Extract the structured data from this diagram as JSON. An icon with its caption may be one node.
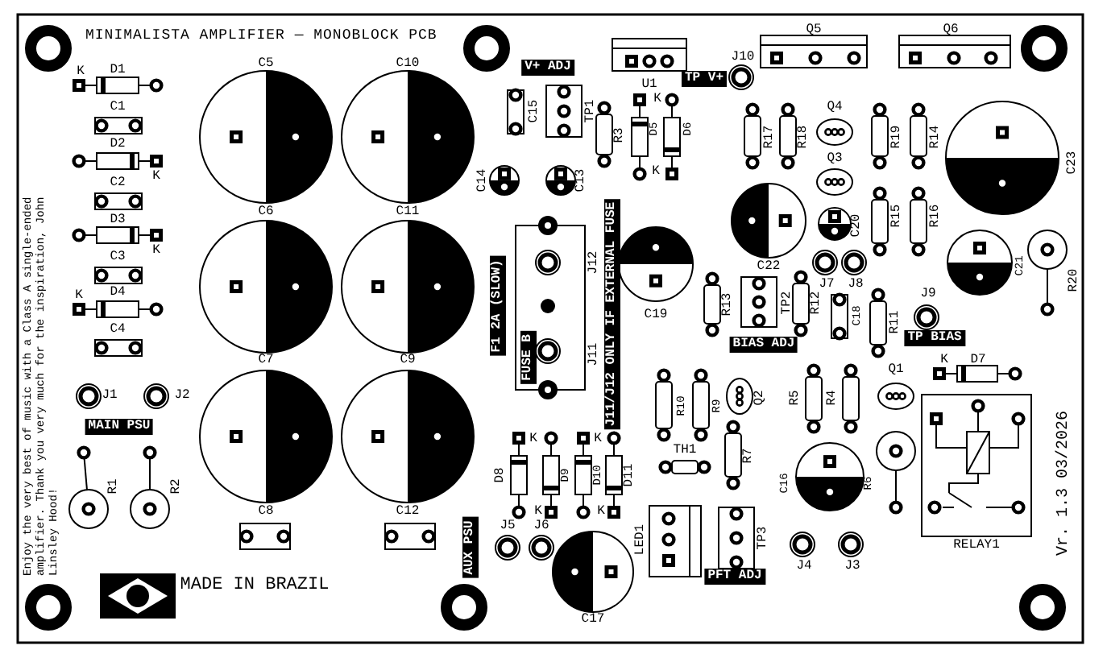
{
  "diagram": {
    "title": "MINIMALISTA AMPLIFIER — MONOBLOCK PCB",
    "labels": [
      "K",
      "D1",
      "C1",
      "D2",
      "K",
      "C2",
      "D3",
      "K",
      "C3",
      "K",
      "D4",
      "C4",
      "Enjoy the very best of music with a Class A single-ended amplifier. Thank you very much for the inspiration, John Linsley Hood!",
      "J1",
      "J2",
      "MAIN PSU",
      "R1",
      "R2",
      "C5",
      "C10",
      "C6",
      "C11",
      "C7",
      "C9",
      "C8",
      "C12",
      "MADE IN BRAZIL",
      "V+ ADJ",
      "U1",
      "J10",
      "TP V+",
      "Q5",
      "Q6",
      "C15",
      "TP1",
      "R3",
      "K",
      "D5",
      "D6",
      "K",
      "C14",
      "C13",
      "R17",
      "R18",
      "Q4",
      "Q3",
      "R19",
      "R14",
      "C23",
      "C22",
      "C20",
      "R15",
      "R16",
      "C21",
      "R20",
      "J7",
      "J8",
      "J9",
      "TP BIAS",
      "F1 2A (SLOW)",
      "J12",
      "FUSE B",
      "J11",
      "J11/J12 ONLY IF EXTERNAL FUSE",
      "C19",
      "R13",
      "TP2",
      "R12",
      "C18",
      "R11",
      "BIAS ADJ",
      "R10",
      "R9",
      "Q2",
      "R5",
      "R4",
      "Q1",
      "K",
      "D7",
      "D8",
      "K",
      "D9",
      "D10",
      "K",
      "D11",
      "K",
      "K",
      "TH1",
      "R7",
      "C16",
      "R6",
      "AUX PSU",
      "J5",
      "J6",
      "LED1",
      "TP3",
      "PFT ADJ",
      "J4",
      "J3",
      "C17",
      "RELAY1",
      "Vr. 1.3 03/2026"
    ]
  }
}
